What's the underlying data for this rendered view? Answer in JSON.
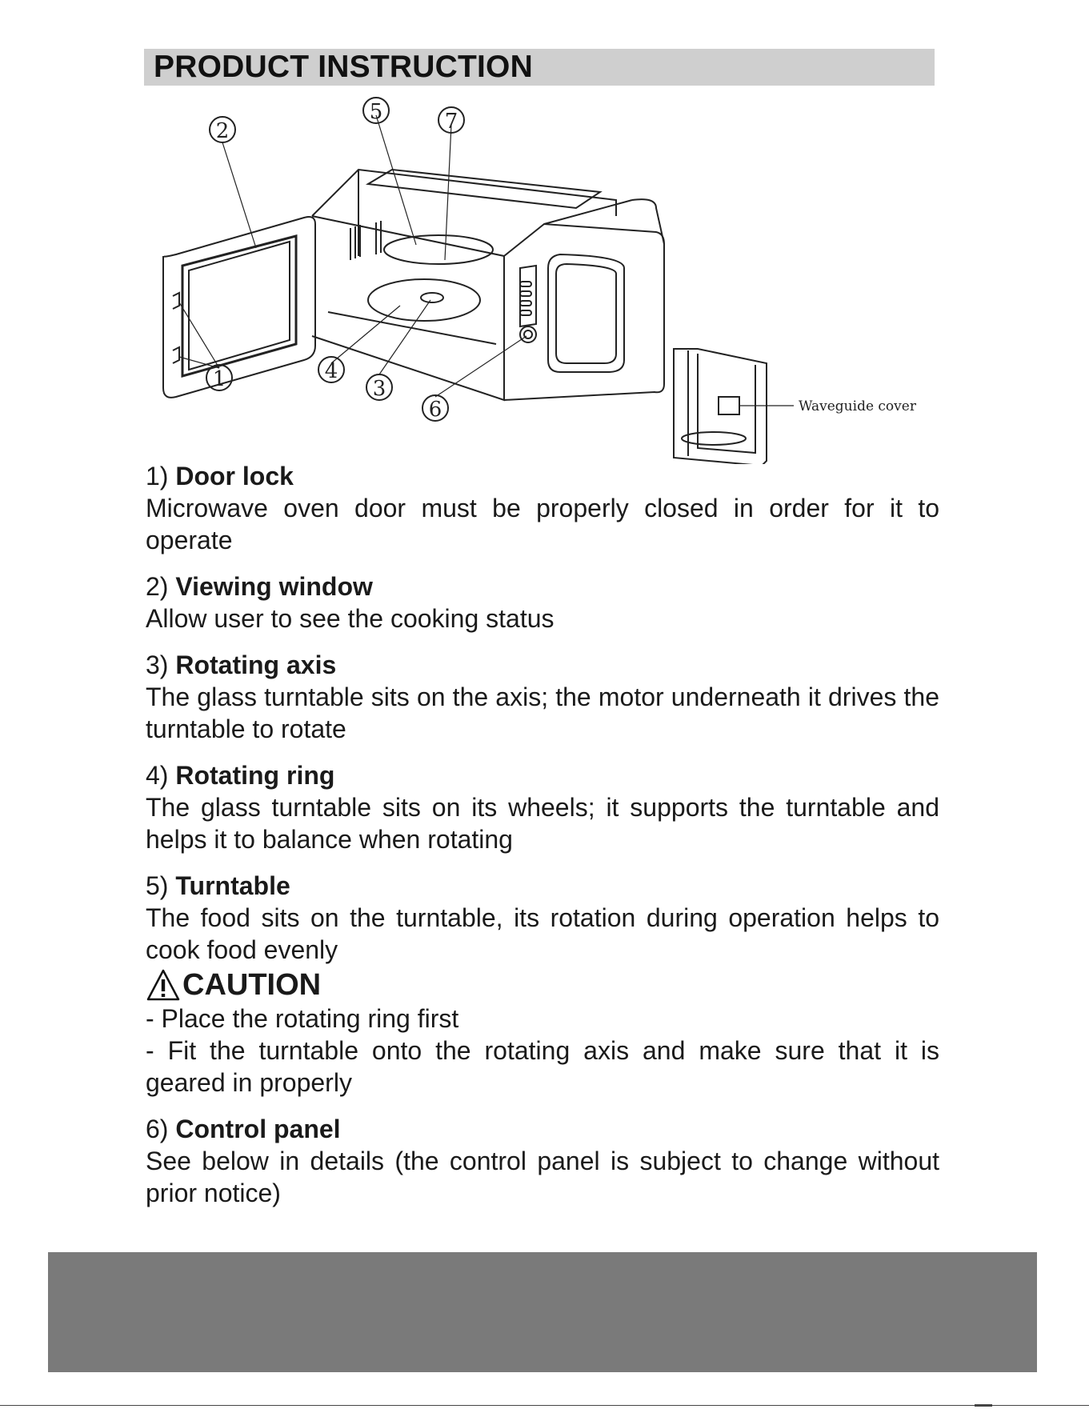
{
  "page": {
    "title": "PRODUCT INSTRUCTION"
  },
  "diagram": {
    "callouts": [
      "1",
      "2",
      "3",
      "4",
      "5",
      "6",
      "7"
    ],
    "inset_label": "Waveguide cover"
  },
  "sections": [
    {
      "num": "1)",
      "title": "Door lock",
      "body": "Microwave oven door must be properly closed in order for it to operate"
    },
    {
      "num": "2)",
      "title": "Viewing window",
      "body": "Allow user to see the cooking status"
    },
    {
      "num": "3)",
      "title": "Rotating axis",
      "body": "The glass turntable sits on the axis; the motor underneath it drives the turntable to rotate"
    },
    {
      "num": "4)",
      "title": "Rotating ring",
      "body": "The glass turntable sits on its wheels; it supports the turntable and helps it to balance when rotating"
    },
    {
      "num": "5)",
      "title": "Turntable",
      "body": "The food sits on the turntable, its rotation during operation helps to cook food evenly"
    },
    {
      "num": "6)",
      "title": "Control panel",
      "body": "See below in details (the control panel is subject to change without prior notice)"
    }
  ],
  "caution": {
    "label": "CAUTION",
    "icon": "warning-triangle-icon",
    "lines": [
      "- Place the rotating ring first",
      "- Fit the turntable onto the rotating axis and make sure that it is geared in properly"
    ]
  },
  "colors": {
    "title_bar": "#cfcfcf",
    "footer_bar": "#7a7a7a"
  }
}
